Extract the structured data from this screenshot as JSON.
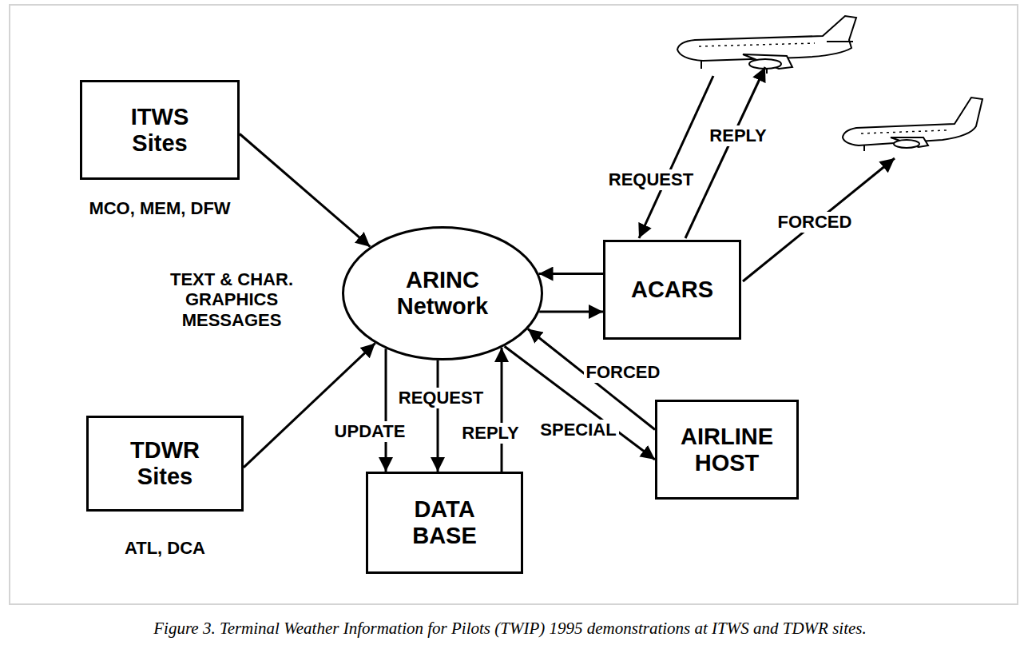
{
  "diagram": {
    "caption": "Figure 3. Terminal Weather Information for Pilots (TWIP) 1995 demonstrations at ITWS and TDWR sites.",
    "nodes": [
      {
        "text": [
          "ITWS Sites",
          "MCO, MEM, DFW"
        ]
      },
      {
        "text": [
          "ARINC Network"
        ]
      },
      {
        "text": [
          "ACARS"
        ]
      },
      {
        "text": [
          "TDWR Sites",
          "ATL, DCA"
        ]
      },
      {
        "text": [
          "DATA BASE"
        ]
      },
      {
        "text": [
          "AIRLINE HOST"
        ]
      }
    ],
    "edges": [
      {
        "from": 0,
        "to": 1,
        "arrow": "to"
      },
      {
        "from": 3,
        "to": 1,
        "arrow": "to"
      },
      {
        "from": 2,
        "to": 1,
        "arrow": "to"
      },
      {
        "from": 1,
        "to": 2,
        "arrow": "to"
      },
      {
        "from": 1,
        "to": 4,
        "label": "UPDATE",
        "arrow": "to"
      },
      {
        "from": 1,
        "to": 4,
        "label": "REQUEST",
        "arrow": "to"
      },
      {
        "from": 4,
        "to": 1,
        "label": "REPLY",
        "arrow": "to"
      },
      {
        "from": 5,
        "to": 1,
        "label": "FORCED",
        "arrow": "to"
      },
      {
        "from": 1,
        "to": 5,
        "label": "SPECIAL",
        "arrow": "to"
      }
    ],
    "labels": [
      "TEXT & CHAR. GRAPHICS MESSAGES",
      "REQUEST",
      "REPLY",
      "FORCED"
    ]
  }
}
